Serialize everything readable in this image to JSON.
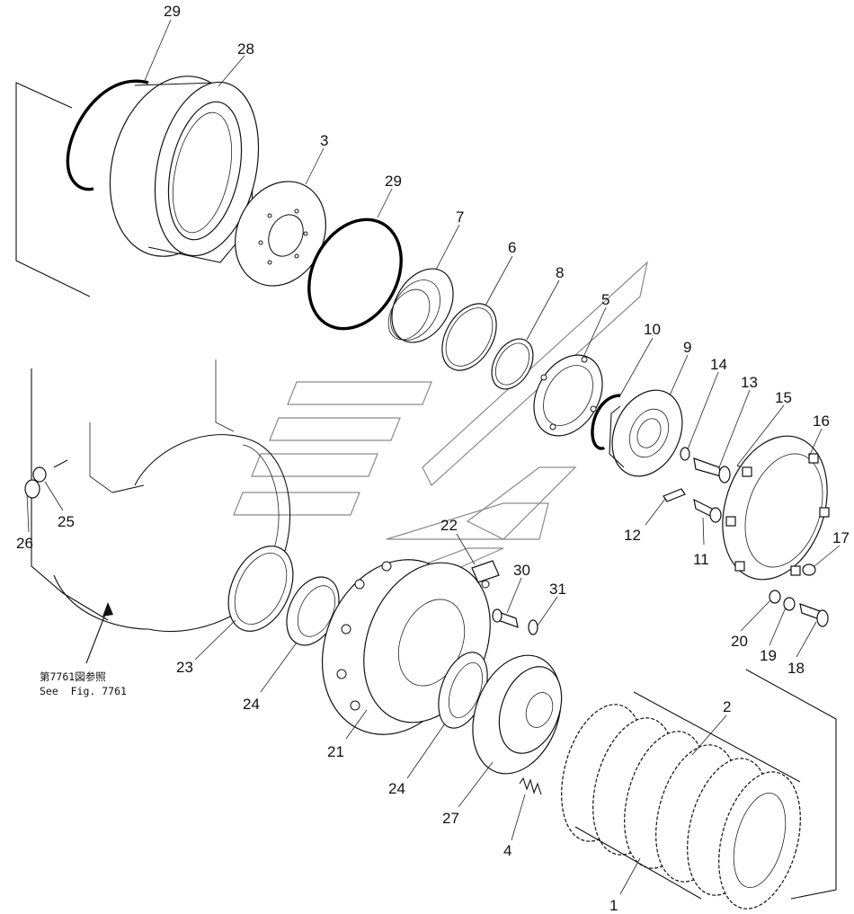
{
  "diagram": {
    "labels": [
      {
        "id": "label-29-top",
        "text": "29"
      },
      {
        "id": "label-28",
        "text": "28"
      },
      {
        "id": "label-3",
        "text": "3"
      },
      {
        "id": "label-29-mid",
        "text": "29"
      },
      {
        "id": "label-7",
        "text": "7"
      },
      {
        "id": "label-6",
        "text": "6"
      },
      {
        "id": "label-8",
        "text": "8"
      },
      {
        "id": "label-5",
        "text": "5"
      },
      {
        "id": "label-10",
        "text": "10"
      },
      {
        "id": "label-9",
        "text": "9"
      },
      {
        "id": "label-14",
        "text": "14"
      },
      {
        "id": "label-13",
        "text": "13"
      },
      {
        "id": "label-15",
        "text": "15"
      },
      {
        "id": "label-16",
        "text": "16"
      },
      {
        "id": "label-12",
        "text": "12"
      },
      {
        "id": "label-11",
        "text": "11"
      },
      {
        "id": "label-17",
        "text": "17"
      },
      {
        "id": "label-20",
        "text": "20"
      },
      {
        "id": "label-19",
        "text": "19"
      },
      {
        "id": "label-18",
        "text": "18"
      },
      {
        "id": "label-22",
        "text": "22"
      },
      {
        "id": "label-30",
        "text": "30"
      },
      {
        "id": "label-31",
        "text": "31"
      },
      {
        "id": "label-25",
        "text": "25"
      },
      {
        "id": "label-26",
        "text": "26"
      },
      {
        "id": "label-23",
        "text": "23"
      },
      {
        "id": "label-24-left",
        "text": "24"
      },
      {
        "id": "label-21",
        "text": "21"
      },
      {
        "id": "label-24-bottom",
        "text": "24"
      },
      {
        "id": "label-27",
        "text": "27"
      },
      {
        "id": "label-4",
        "text": "4"
      },
      {
        "id": "label-2",
        "text": "2"
      },
      {
        "id": "label-1",
        "text": "1"
      }
    ],
    "reference_note": {
      "line1": "第7761図参照",
      "line2": "See  Fig. 7761"
    }
  }
}
